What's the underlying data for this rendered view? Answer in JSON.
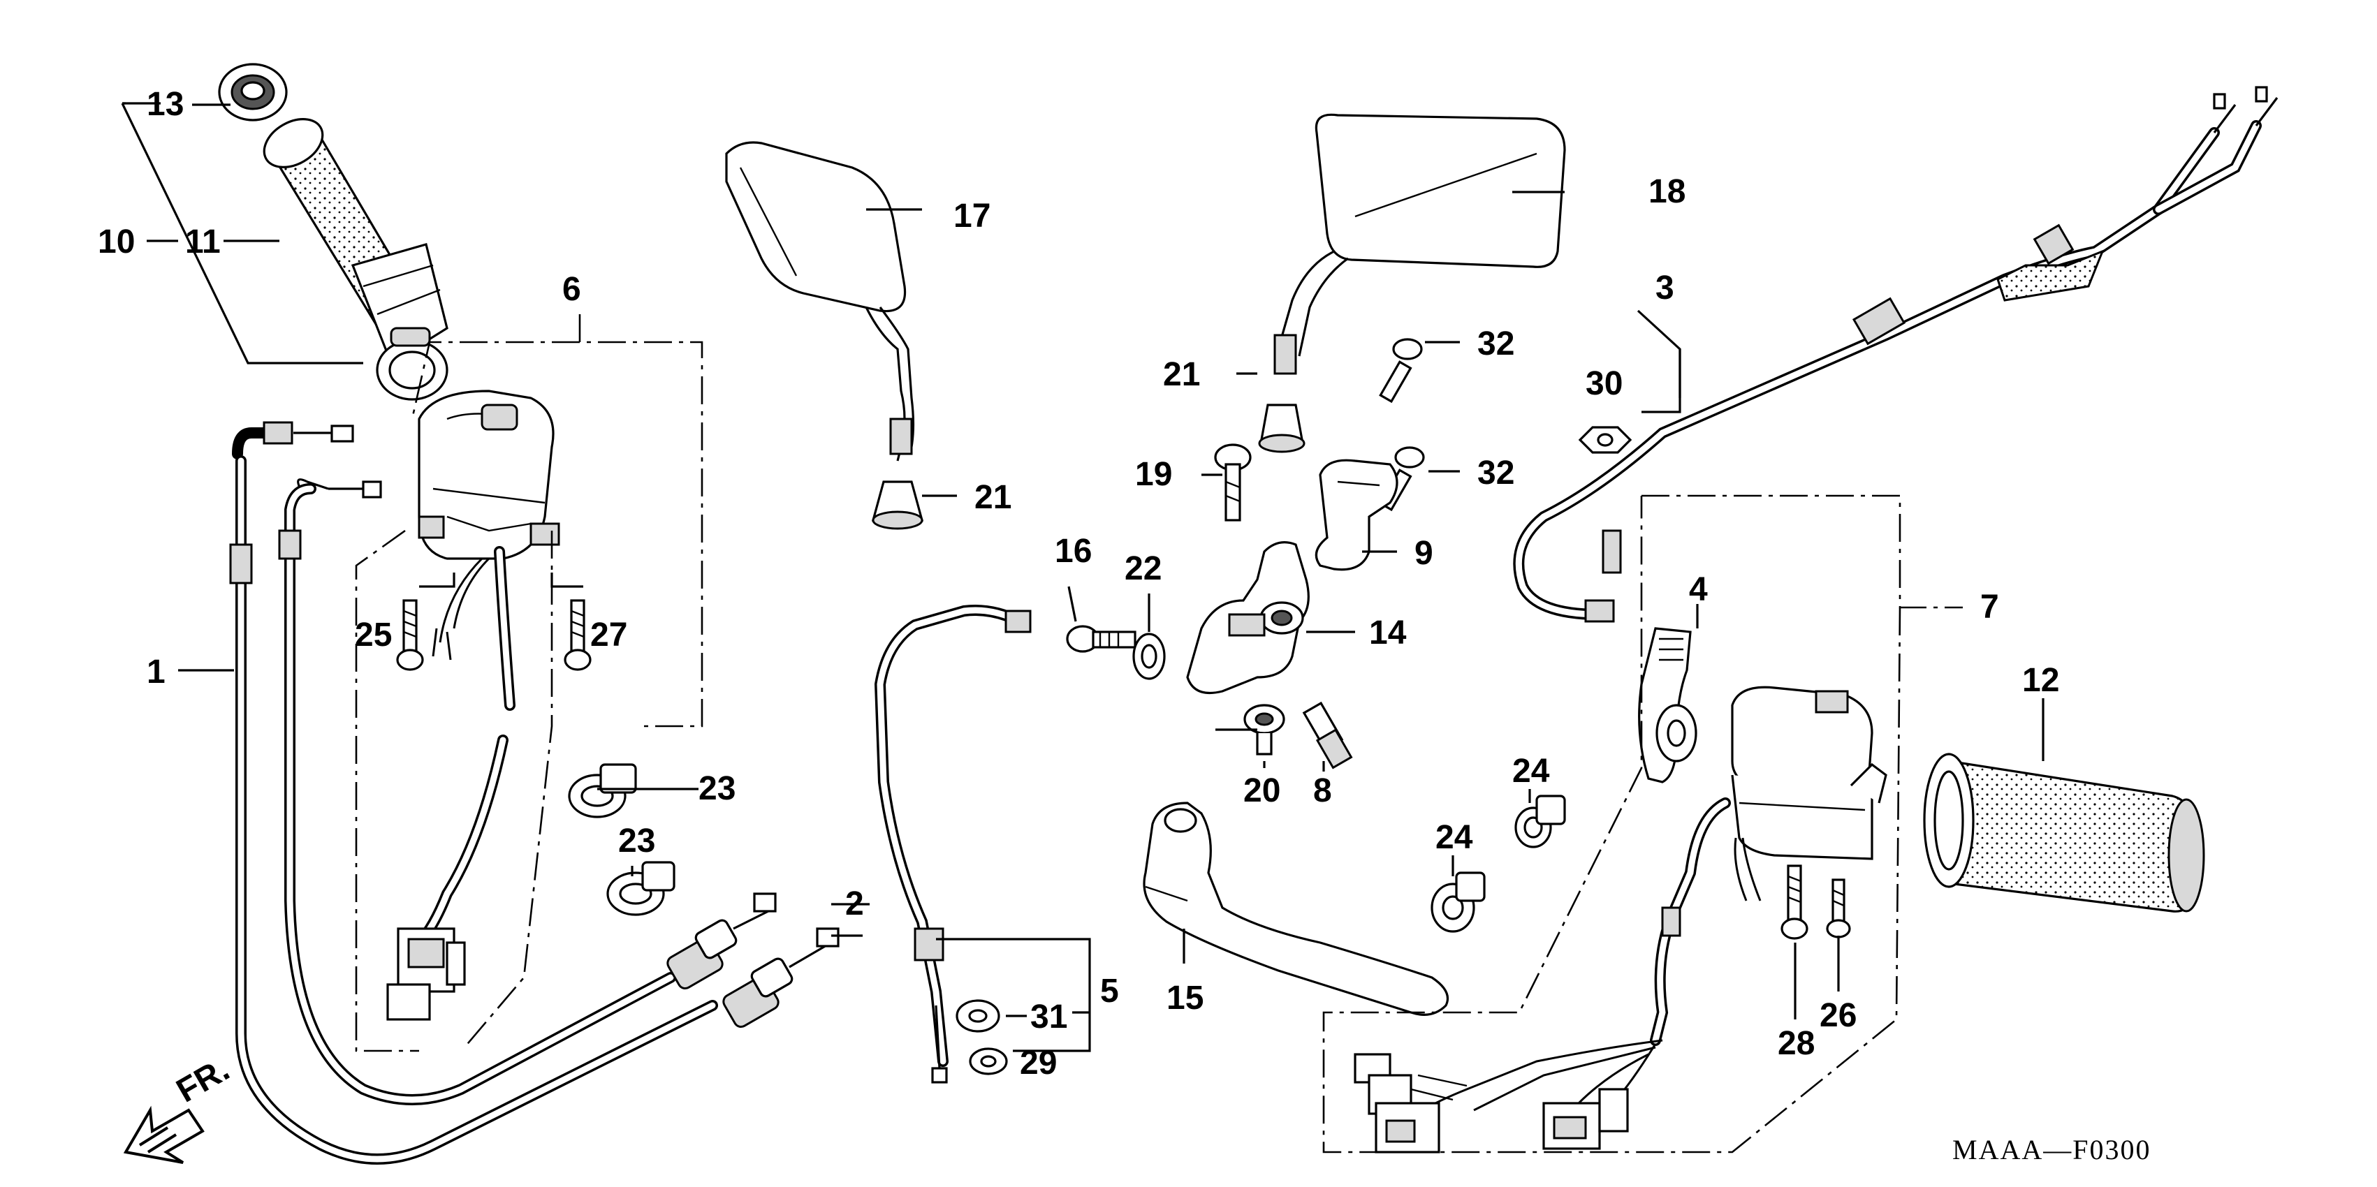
{
  "diagram": {
    "direction_marker": "FR.",
    "code": "MAAA—F0300",
    "callouts": {
      "c1": "1",
      "c2": "2",
      "c3": "3",
      "c4": "4",
      "c5": "5",
      "c6": "6",
      "c7": "7",
      "c8": "8",
      "c9": "9",
      "c10": "10",
      "c11": "11",
      "c12": "12",
      "c13": "13",
      "c14": "14",
      "c15": "15",
      "c16": "16",
      "c17": "17",
      "c18": "18",
      "c19": "19",
      "c20": "20",
      "c21a": "21",
      "c21b": "21",
      "c22": "22",
      "c23a": "23",
      "c23b": "23",
      "c24a": "24",
      "c24b": "24",
      "c25": "25",
      "c26": "26",
      "c27": "27",
      "c28": "28",
      "c29": "29",
      "c30": "30",
      "c31": "31",
      "c32a": "32",
      "c32b": "32"
    }
  }
}
